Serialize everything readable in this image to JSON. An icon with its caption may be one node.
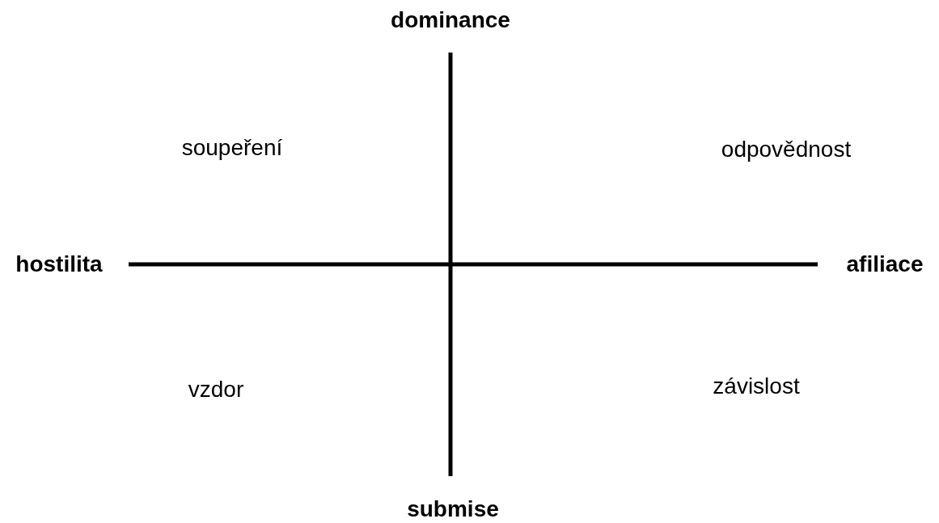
{
  "diagram": {
    "labels": [
      "dominance",
      "soupeření",
      "odpovědnost",
      "hostilita",
      "afiliace",
      "vzdor",
      "závislost",
      "submise"
    ]
  }
}
